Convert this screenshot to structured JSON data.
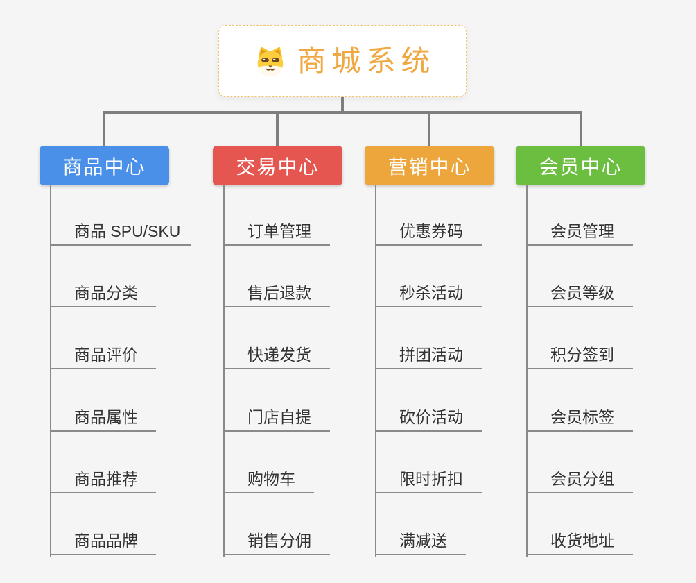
{
  "root": {
    "title": "商城系统",
    "icon": "shiba-dog-icon"
  },
  "branches": [
    {
      "label": "商品中心",
      "color": "#4A90E8",
      "children": [
        "商品 SPU/SKU",
        "商品分类",
        "商品评价",
        "商品属性",
        "商品推荐",
        "商品品牌"
      ]
    },
    {
      "label": "交易中心",
      "color": "#E4564F",
      "children": [
        "订单管理",
        "售后退款",
        "快递发货",
        "门店自提",
        "购物车",
        "销售分佣"
      ]
    },
    {
      "label": "营销中心",
      "color": "#EDA63C",
      "children": [
        "优惠券码",
        "秒杀活动",
        "拼团活动",
        "砍价活动",
        "限时折扣",
        "满减送"
      ]
    },
    {
      "label": "会员中心",
      "color": "#6CBE41",
      "children": [
        "会员管理",
        "会员等级",
        "积分签到",
        "会员标签",
        "会员分组",
        "收货地址"
      ]
    }
  ],
  "colors": {
    "background": "#F5F5F5",
    "connector": "#7E7E7E",
    "child_line": "#8A8A8A",
    "root_title": "#F0A843",
    "root_border": "#F1C36F",
    "branch_text": "#FFFFFF",
    "child_text": "#333333"
  }
}
